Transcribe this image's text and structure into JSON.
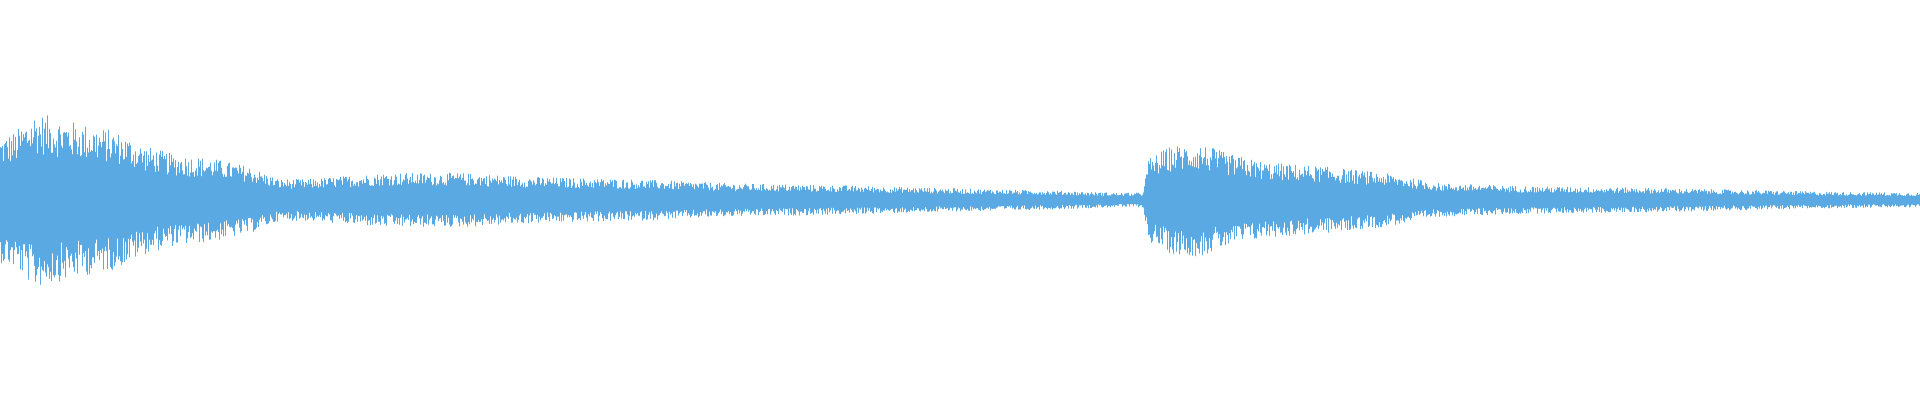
{
  "waveform": {
    "color": "#5aa9e2",
    "description_free": true,
    "envelope": [
      [
        0.0,
        0.3
      ],
      [
        0.008,
        0.33
      ],
      [
        0.018,
        0.42
      ],
      [
        0.03,
        0.39
      ],
      [
        0.045,
        0.36
      ],
      [
        0.06,
        0.33
      ],
      [
        0.075,
        0.26
      ],
      [
        0.09,
        0.22
      ],
      [
        0.11,
        0.2
      ],
      [
        0.13,
        0.16
      ],
      [
        0.145,
        0.1
      ],
      [
        0.16,
        0.1
      ],
      [
        0.2,
        0.13
      ],
      [
        0.24,
        0.13
      ],
      [
        0.28,
        0.11
      ],
      [
        0.33,
        0.1
      ],
      [
        0.38,
        0.08
      ],
      [
        0.44,
        0.07
      ],
      [
        0.5,
        0.055
      ],
      [
        0.55,
        0.045
      ],
      [
        0.58,
        0.035
      ],
      [
        0.595,
        0.035
      ],
      [
        0.598,
        0.2
      ],
      [
        0.61,
        0.26
      ],
      [
        0.625,
        0.27
      ],
      [
        0.64,
        0.22
      ],
      [
        0.66,
        0.18
      ],
      [
        0.69,
        0.16
      ],
      [
        0.72,
        0.13
      ],
      [
        0.75,
        0.08
      ],
      [
        0.8,
        0.065
      ],
      [
        0.85,
        0.06
      ],
      [
        0.9,
        0.05
      ],
      [
        0.95,
        0.04
      ],
      [
        1.0,
        0.035
      ]
    ]
  }
}
